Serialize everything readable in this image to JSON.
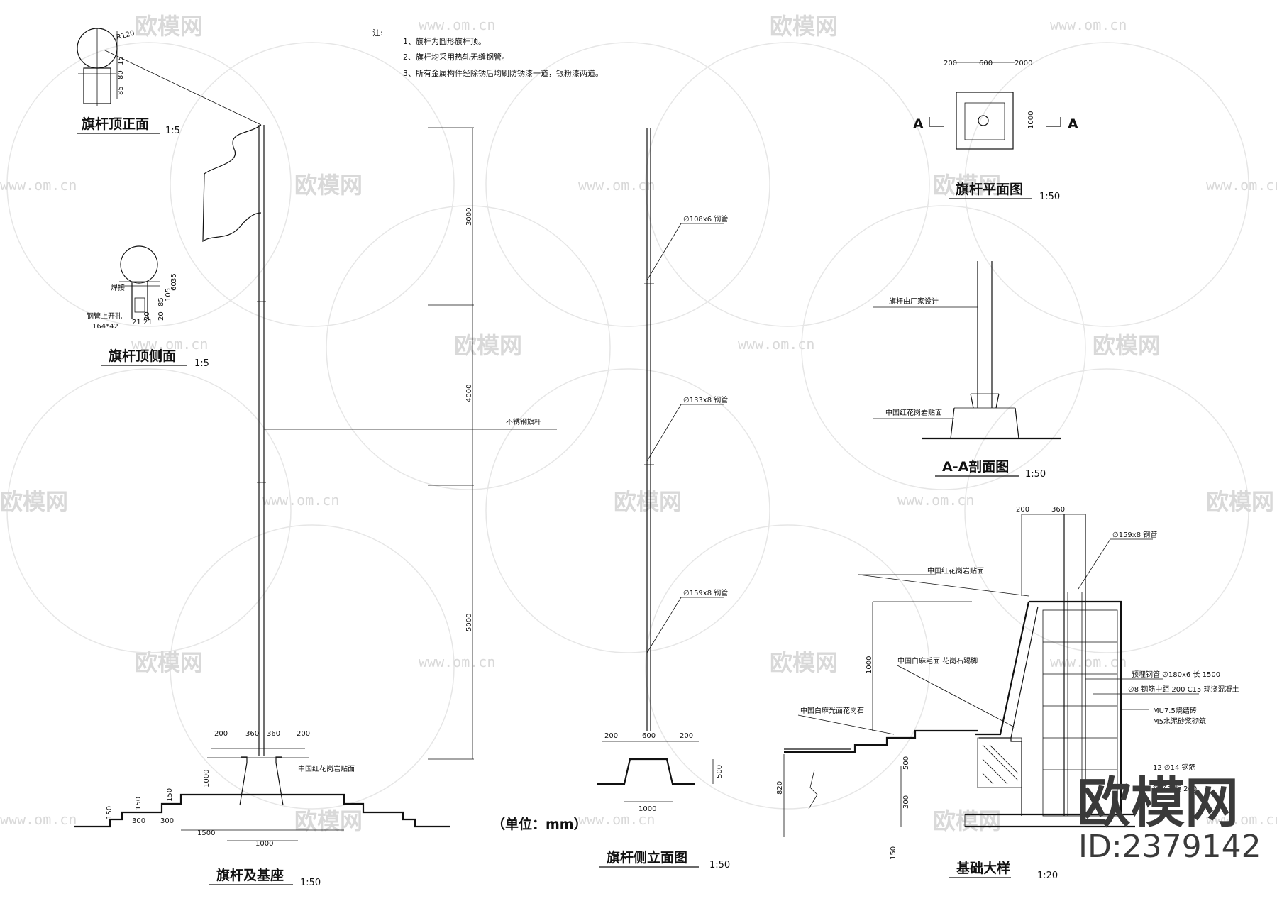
{
  "notes": {
    "heading": "注:",
    "items": [
      "1、旗杆为圆形旗杆顶。",
      "2、旗杆均采用热轧无缝钢管。",
      "3、所有金属构件经除锈后均刷防锈漆一道，银粉漆两道。"
    ]
  },
  "watermark": {
    "brand": "欧模网",
    "url": "www.om.cn"
  },
  "brand_mark": {
    "name": "欧模网",
    "id": "ID:2379142"
  },
  "views": {
    "top_front": {
      "title": "旗杆顶正面",
      "scale": "1:5",
      "dims": [
        "R120",
        "15",
        "80",
        "85"
      ]
    },
    "top_side": {
      "title": "旗杆顶侧面",
      "scale": "1:5",
      "label_weld": "焊接",
      "label_hole": "钢管上开孔",
      "label_hole_size": "164*42",
      "dims": [
        "60",
        "35",
        "105",
        "85",
        "20",
        "20",
        "21",
        "21"
      ]
    },
    "pole_base": {
      "title": "旗杆及基座",
      "scale": "1:50",
      "label_pole": "不锈钢旗杆",
      "label_granite": "中国红花岗岩贴面",
      "dims_top": [
        "200",
        "360",
        "360",
        "200"
      ],
      "dims_height": [
        "3000",
        "4000",
        "5000"
      ],
      "dim_base_h": "1000",
      "dims_steps": [
        "150",
        "150",
        "150",
        "300",
        "300",
        "1500",
        "1000"
      ],
      "unit": "（单位：mm）"
    },
    "side_elev": {
      "title": "旗杆侧立面图",
      "scale": "1:50",
      "labels": [
        "∅108x6 钢管",
        "∅133x8 钢管",
        "∅159x8 钢管"
      ],
      "dims_top": [
        "200",
        "600",
        "200"
      ],
      "dim_bottom": "1000",
      "dim_h": "500"
    },
    "plan": {
      "title": "旗杆平面图",
      "scale": "1:50",
      "dims": [
        "200",
        "600",
        "2000",
        "1000"
      ],
      "section_mark": "A"
    },
    "section": {
      "title": "A-A剖面图",
      "scale": "1:50",
      "labels": [
        "旗杆由厂家设计",
        "中国红花岗岩贴面"
      ]
    },
    "foundation": {
      "title": "基础大样",
      "scale": "1:20",
      "labels": [
        "中国红花岗岩贴面",
        "∅159x8 钢管",
        "中国白麻毛面 花岗石踢脚",
        "中国白麻光面花岗石",
        "预埋钢管 ∅180x6 长 1500",
        "∅8 钢筋中距 200 C15 现浇混凝土",
        "MU7.5烧结砖",
        "M5水泥砂浆砌筑",
        "12 ∅14 钢筋",
        "箍筋中距 200"
      ],
      "dims": [
        "200",
        "360",
        "1000",
        "500",
        "820",
        "300",
        "150"
      ]
    }
  }
}
